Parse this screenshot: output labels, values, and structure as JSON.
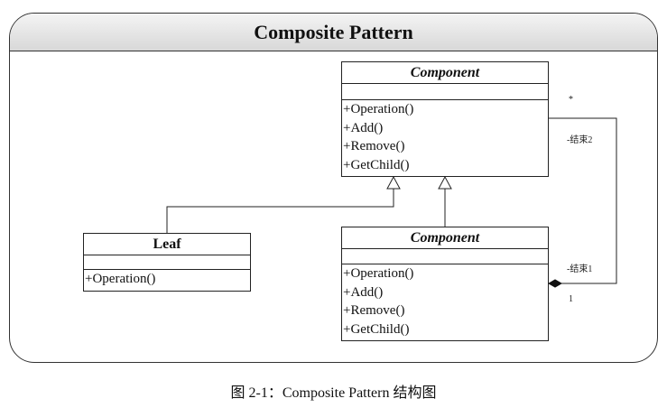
{
  "diagram": {
    "title": "Composite Pattern",
    "classes": {
      "component_top": {
        "name": "Component",
        "operations": [
          "+Operation()",
          "+Add()",
          "+Remove()",
          "+GetChild()"
        ]
      },
      "leaf": {
        "name": "Leaf",
        "operations": [
          "+Operation()"
        ]
      },
      "component_bottom": {
        "name": "Component",
        "operations": [
          "+Operation()",
          "+Add()",
          "+Remove()",
          "+GetChild()"
        ]
      }
    },
    "association": {
      "end2_multiplicity": "*",
      "end2_role": "-结束2",
      "end1_role": "-结束1",
      "end1_multiplicity": "1"
    }
  },
  "caption": "图 2-1：Composite Pattern 结构图"
}
